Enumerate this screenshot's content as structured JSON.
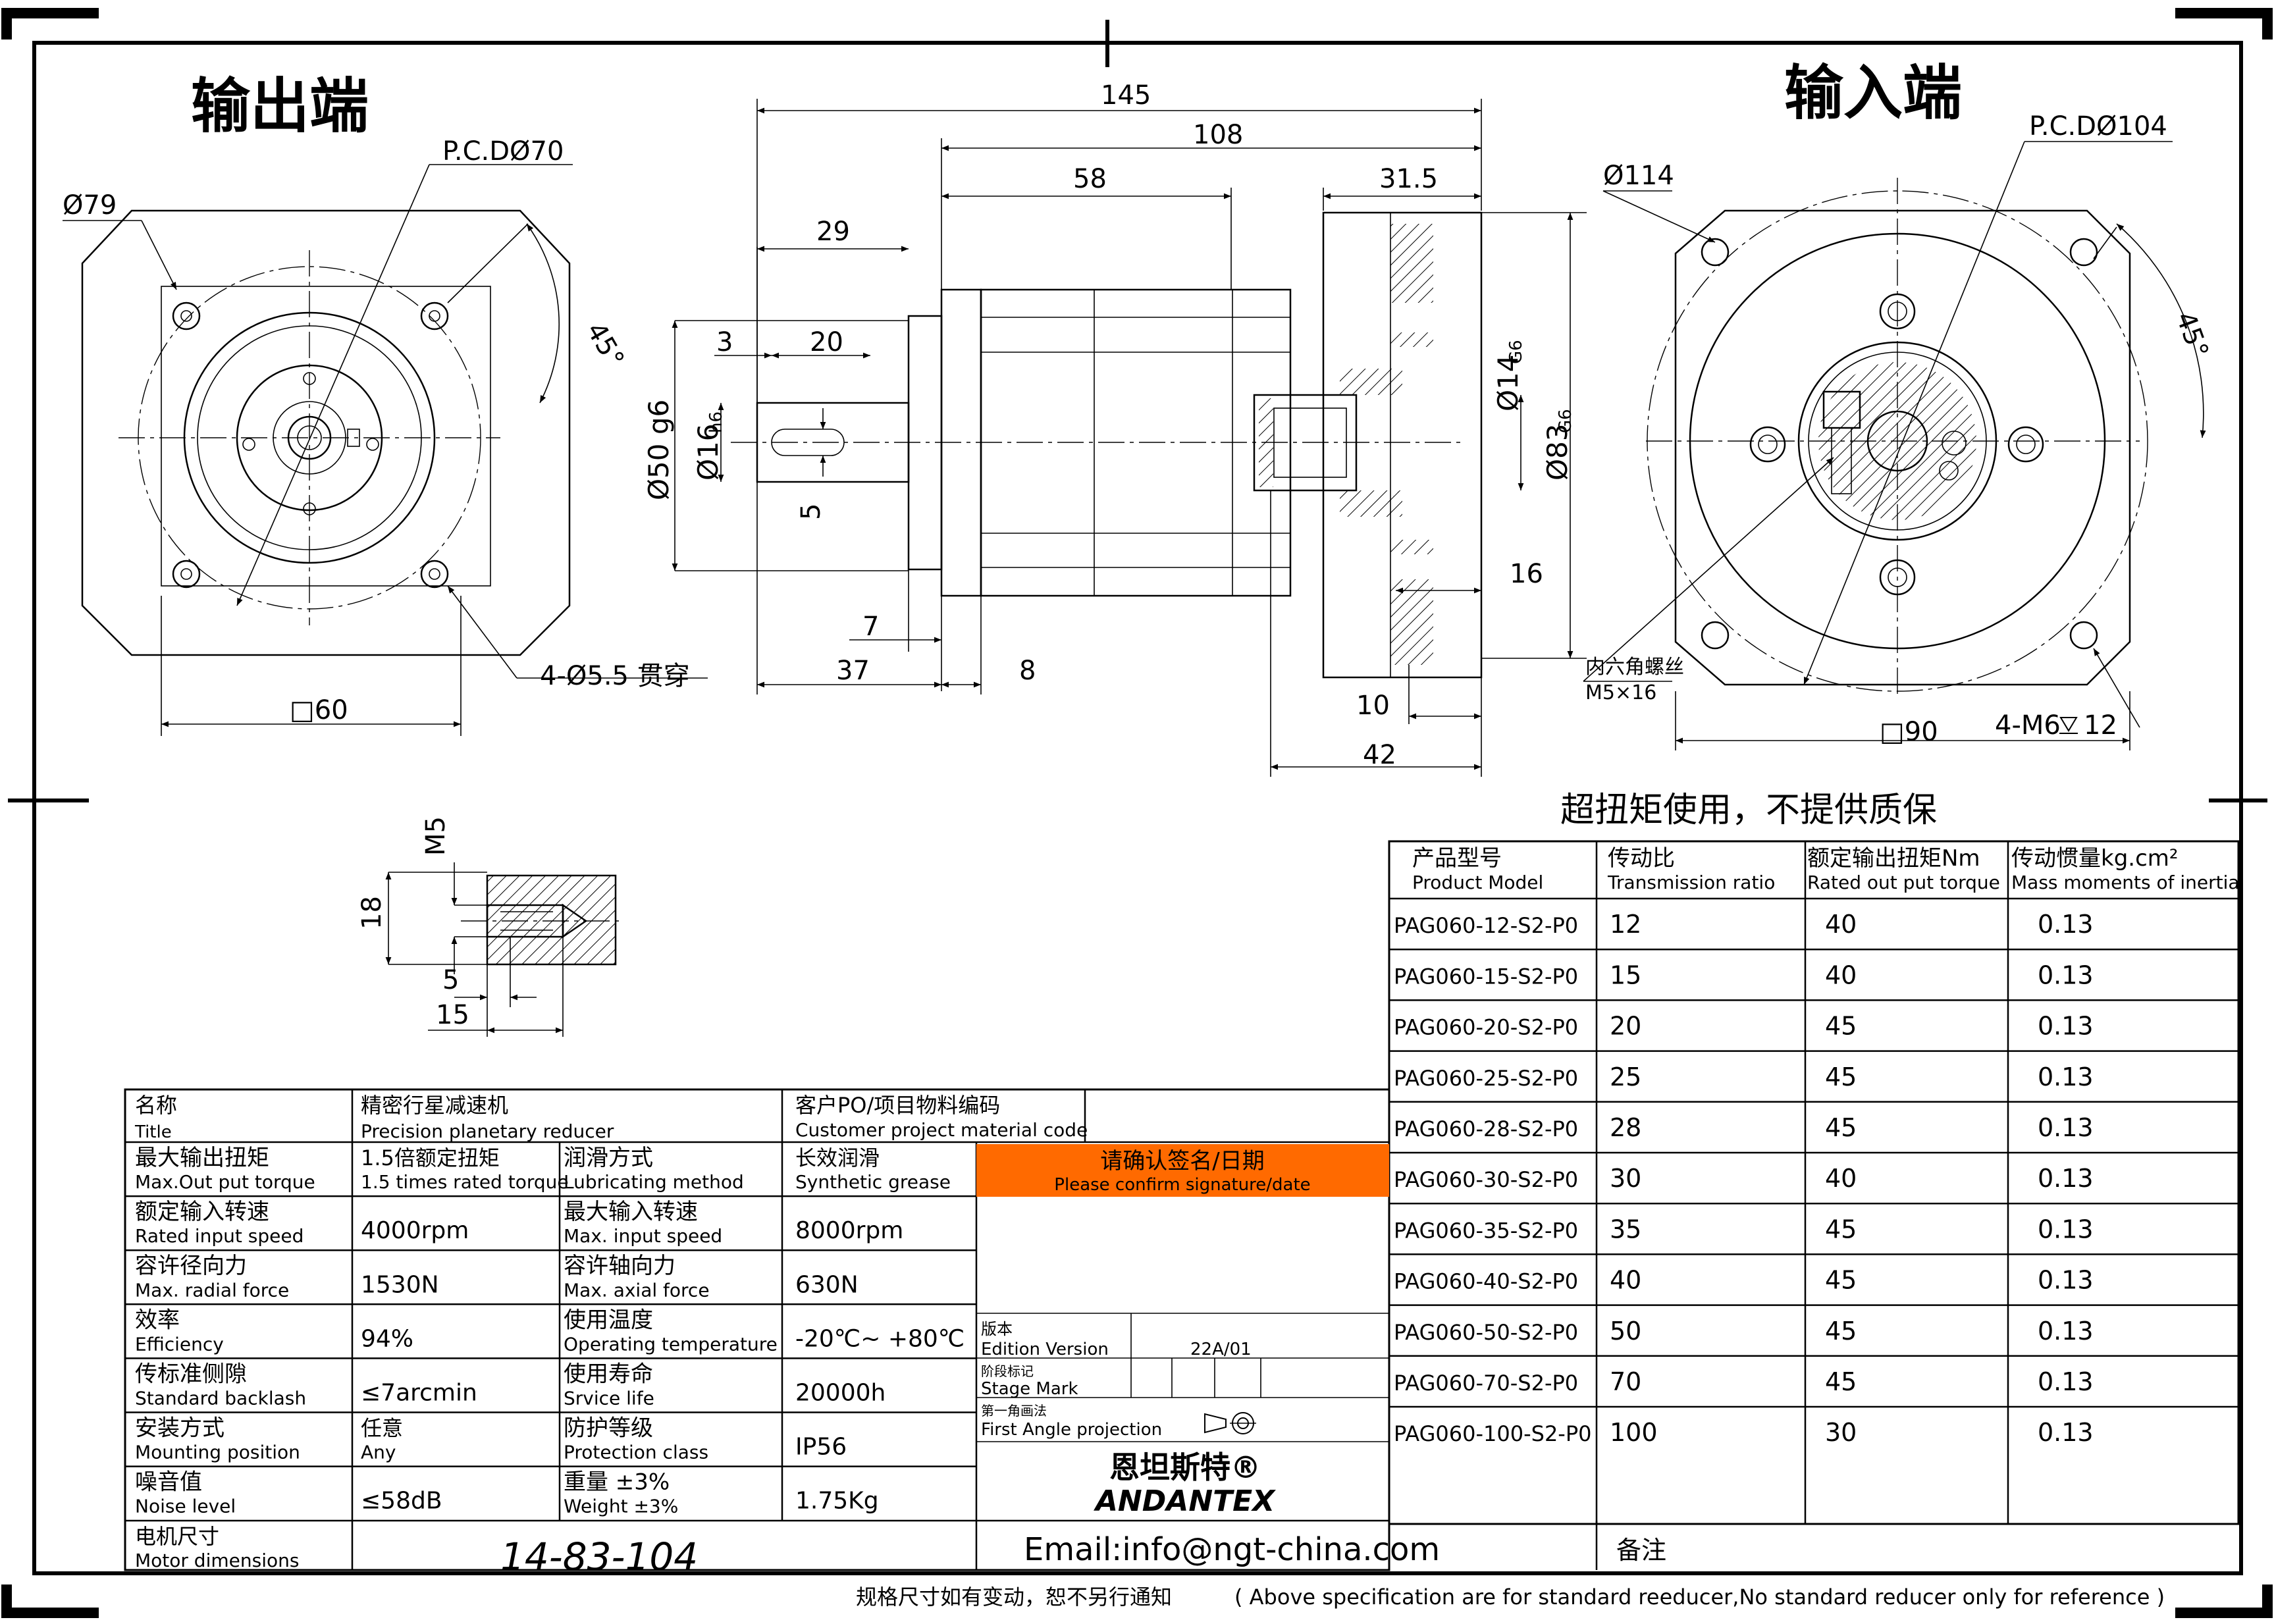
{
  "headings": {
    "output_end": "输出端",
    "input_end": "输入端"
  },
  "output_view": {
    "pcd": "P.C.DØ70",
    "dia": "Ø79",
    "angle": "45°",
    "holes": "4-Ø5.5  贯穿",
    "square": "□60"
  },
  "side_view": {
    "dims": {
      "d145": "145",
      "d108": "108",
      "d58": "58",
      "d31_5": "31.5",
      "d29": "29",
      "d3": "3",
      "d20": "20",
      "d5": "5",
      "d7": "7",
      "d37": "37",
      "d8": "8",
      "d16": "16",
      "d10": "10",
      "d42": "42"
    },
    "dia50": "Ø50 g6",
    "dia16": "Ø16",
    "dia16_tol": "h6",
    "dia14": "Ø14",
    "dia14_tol": "G6",
    "dia83": "Ø83",
    "dia83_tol": "G6"
  },
  "input_view": {
    "pcd": "P.C.DØ104",
    "dia": "Ø114",
    "angle": "45°",
    "screw_cn": "内六角螺丝",
    "screw_en": "M5×16",
    "square": "□90",
    "holes": "4-M6",
    "holes_depth": "12"
  },
  "tap_detail": {
    "m5": "M5",
    "d18": "18",
    "d5": "5",
    "d15": "15"
  },
  "warranty_note": "超扭矩使用，不提供质保",
  "model_table": {
    "headers": [
      {
        "cn": "产品型号",
        "en": "Product Model"
      },
      {
        "cn": "传动比",
        "en": "Transmission ratio"
      },
      {
        "cn": "额定输出扭矩Nm",
        "en": "Rated out put torque"
      },
      {
        "cn": "传动惯量kg.cm²",
        "en": "Mass moments of inertia"
      }
    ],
    "rows": [
      [
        "PAG060-12-S2-P0",
        "12",
        "40",
        "0.13"
      ],
      [
        "PAG060-15-S2-P0",
        "15",
        "40",
        "0.13"
      ],
      [
        "PAG060-20-S2-P0",
        "20",
        "45",
        "0.13"
      ],
      [
        "PAG060-25-S2-P0",
        "25",
        "45",
        "0.13"
      ],
      [
        "PAG060-28-S2-P0",
        "28",
        "45",
        "0.13"
      ],
      [
        "PAG060-30-S2-P0",
        "30",
        "40",
        "0.13"
      ],
      [
        "PAG060-35-S2-P0",
        "35",
        "45",
        "0.13"
      ],
      [
        "PAG060-40-S2-P0",
        "40",
        "45",
        "0.13"
      ],
      [
        "PAG060-50-S2-P0",
        "50",
        "45",
        "0.13"
      ],
      [
        "PAG060-70-S2-P0",
        "70",
        "45",
        "0.13"
      ],
      [
        "PAG060-100-S2-P0",
        "100",
        "30",
        "0.13"
      ]
    ]
  },
  "spec_table": {
    "title": {
      "cn": "名称",
      "en": "Title"
    },
    "title_value": {
      "cn": "精密行星减速机",
      "en": "Precision planetary reducer"
    },
    "customer": {
      "cn": "客户PO/项目物料编码",
      "en": "Customer project material code"
    },
    "rows": [
      {
        "l1cn": "最大输出扭矩",
        "l1en": "Max.Out put torque",
        "v1cn": "1.5倍额定扭矩",
        "v1en": "1.5 times rated torque",
        "l2cn": "润滑方式",
        "l2en": "Lubricating method",
        "v2cn": "长效润滑",
        "v2en": "Synthetic grease"
      },
      {
        "l1cn": "额定输入转速",
        "l1en": "Rated input speed",
        "v1": "4000rpm",
        "l2cn": "最大输入转速",
        "l2en": "Max. input speed",
        "v2": "8000rpm"
      },
      {
        "l1cn": "容许径向力",
        "l1en": "Max. radial force",
        "v1": "1530N",
        "l2cn": "容许轴向力",
        "l2en": "Max. axial force",
        "v2": "630N"
      },
      {
        "l1cn": "效率",
        "l1en": "Efficiency",
        "v1": "94%",
        "l2cn": "使用温度",
        "l2en": "Operating temperature",
        "v2": "-20℃~ +80℃"
      },
      {
        "l1cn": "传标准侧隙",
        "l1en": "Standard backlash",
        "v1": "≤7arcmin",
        "l2cn": "使用寿命",
        "l2en": "Srvice life",
        "v2": "20000h"
      },
      {
        "l1cn": "安装方式",
        "l1en": "Mounting position",
        "v1cn": "任意",
        "v1en": "Any",
        "l2cn": "防护等级",
        "l2en": "Protection class",
        "v2": "IP56"
      },
      {
        "l1cn": "噪音值",
        "l1en": "Noise level",
        "v1": "≤58dB",
        "l2cn": "重量 ±3%",
        "l2en": "Weight ±3%",
        "v2": "1.75Kg"
      }
    ],
    "motor": {
      "cn": "电机尺寸",
      "en": "Motor dimensions"
    },
    "motor_value": "14-83-104",
    "confirm": {
      "cn": "请确认签名/日期",
      "en": "Please confirm signature/date",
      "color": "#ff6a00"
    },
    "edition": {
      "cn": "版本",
      "en": "Edition Version",
      "value": "22A/01"
    },
    "stage": {
      "cn": "阶段标记",
      "en": "Stage Mark"
    },
    "projection": {
      "cn": "第一角画法",
      "en": "First Angle projection"
    },
    "logo": {
      "cn": "恩坦斯特®",
      "en": "ANDANTEX",
      "color": "#22c02a"
    },
    "email": "Email:info@ngt-china.com",
    "remark": "备注"
  },
  "footer_cn": "规格尺寸如有变动，恕不另行通知",
  "footer_en": "( Above specification are for standard reeducer,No standard reducer only for reference )"
}
